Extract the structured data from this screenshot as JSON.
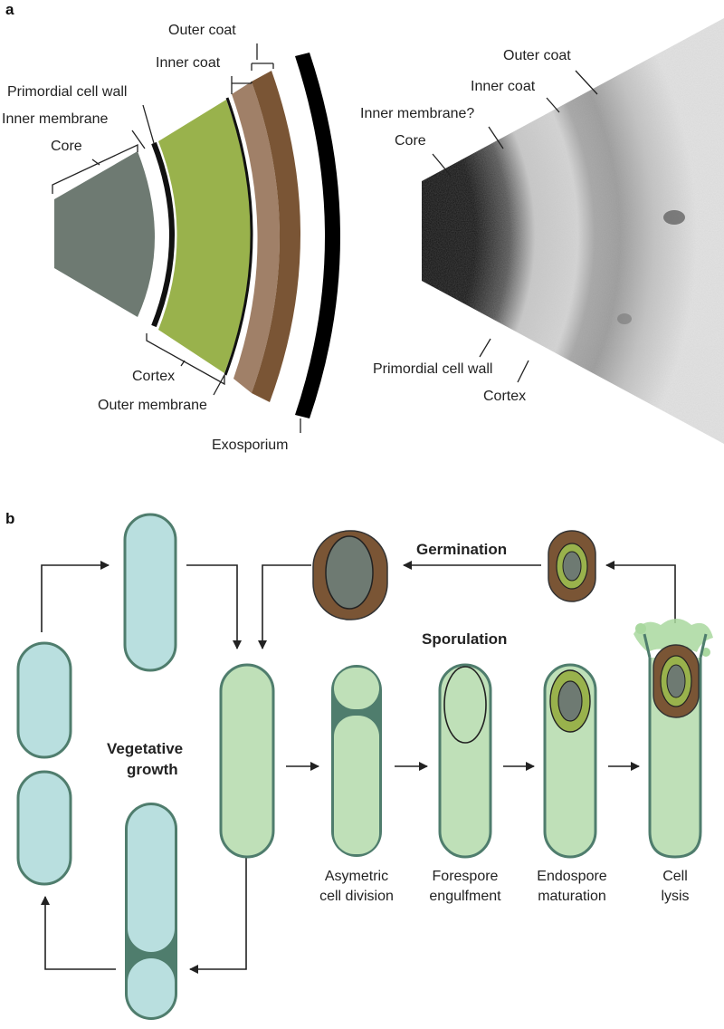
{
  "panel_a": {
    "letter": "a",
    "diagram_labels": {
      "outer_coat": "Outer coat",
      "inner_coat": "Inner coat",
      "primordial_cell_wall": "Primordial cell wall",
      "inner_membrane": "Inner membrane",
      "core": "Core",
      "cortex": "Cortex",
      "outer_membrane": "Outer membrane",
      "exosporium": "Exosporium"
    },
    "micrograph_labels": {
      "outer_coat": "Outer coat",
      "inner_coat": "Inner coat",
      "inner_membrane": "Inner membrane?",
      "core": "Core",
      "primordial_cell_wall": "Primordial cell wall",
      "cortex": "Cortex"
    },
    "colors": {
      "core": "#6e7a72",
      "cortex": "#99b24c",
      "inner_coat": "#a08068",
      "outer_coat": "#7a5535",
      "exosporium": "#000000"
    }
  },
  "panel_b": {
    "letter": "b",
    "germination": "Germination",
    "sporulation": "Sporulation",
    "vegetative_line1": "Vegetative",
    "vegetative_line2": "growth",
    "stages": {
      "asym_1": "Asymetric",
      "asym_2": "cell division",
      "fore_1": "Forespore",
      "fore_2": "engulfment",
      "endo_1": "Endospore",
      "endo_2": "maturation",
      "lysis_1": "Cell",
      "lysis_2": "lysis"
    },
    "colors": {
      "vegetative_cell": "#b9dfdf",
      "sporulating_cell": "#bfe0b8",
      "cell_outline": "#4f7d6d",
      "spore_coat": "#7a5535",
      "spore_cortex": "#99b24c",
      "spore_core": "#6e7a72"
    }
  }
}
